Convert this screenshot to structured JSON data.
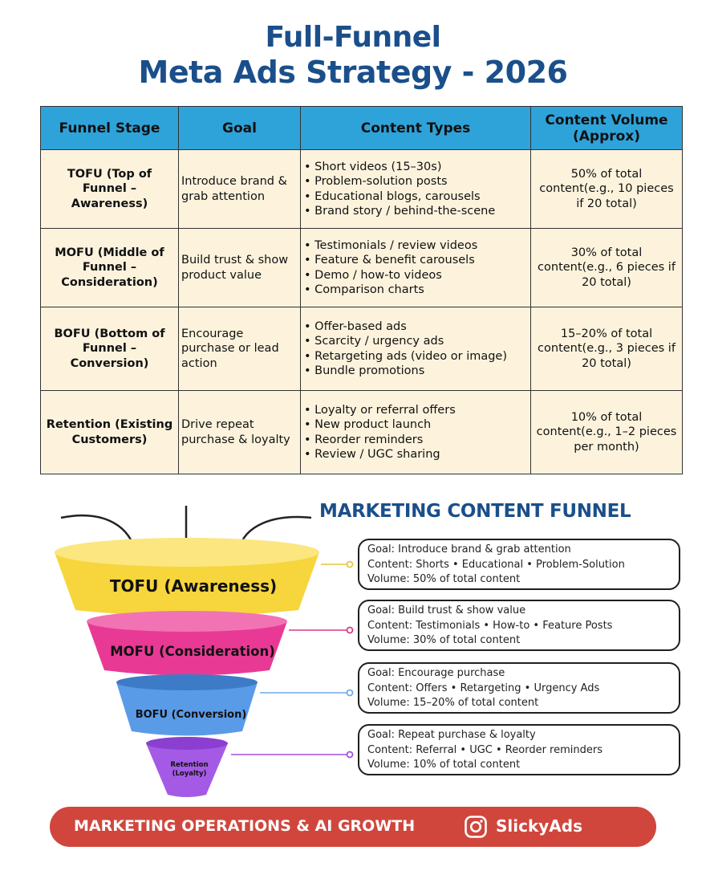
{
  "title": {
    "line1": "Full-Funnel",
    "line2": "Meta Ads Strategy - 2026"
  },
  "table": {
    "headers": [
      "Funnel Stage",
      "Goal",
      "Content Types",
      "Content Volume (Approx)"
    ],
    "rows": [
      {
        "stage": "TOFU (Top of Funnel – Awareness)",
        "goal": "Introduce brand & grab attention",
        "types": [
          "• Short videos (15–30s)",
          "• Problem-solution posts",
          "• Educational blogs, carousels",
          "• Brand story / behind-the-scene"
        ],
        "volume": "50% of total content(e.g., 10 pieces if 20 total)"
      },
      {
        "stage": "MOFU (Middle of Funnel – Consideration)",
        "goal": "Build trust & show product value",
        "types": [
          "• Testimonials / review videos",
          "• Feature & benefit carousels",
          "• Demo / how-to videos",
          "• Comparison charts"
        ],
        "volume": "30% of total content(e.g., 6 pieces if 20 total)"
      },
      {
        "stage": "BOFU (Bottom of Funnel – Conversion)",
        "goal": "Encourage purchase or lead action",
        "types": [
          "• Offer-based ads",
          "• Scarcity / urgency ads",
          "• Retargeting ads (video or image)",
          "• Bundle promotions"
        ],
        "volume": "15–20% of total content(e.g., 3 pieces if 20 total)"
      },
      {
        "stage": "Retention (Existing Customers)",
        "goal": "Drive repeat purchase & loyalty",
        "types": [
          "• Loyalty or referral offers",
          "• New product launch",
          "• Reorder reminders",
          "• Review / UGC sharing"
        ],
        "volume": "10% of total content(e.g., 1–2 pieces per month)"
      }
    ]
  },
  "funnel": {
    "title": "MARKETING CONTENT FUNNEL",
    "stages": [
      {
        "label": "TOFU (Awareness)",
        "color": "#f7d53c",
        "dot_color": "#e9c63a"
      },
      {
        "label": "MOFU (Consideration)",
        "color": "#e83a95",
        "dot_color": "#d83a8a"
      },
      {
        "label": "BOFU (Conversion)",
        "color": "#5a9be8",
        "dot_color": "#6fa8e6"
      },
      {
        "label_line1": "Retention",
        "label_line2": "(Loyalty)",
        "color": "#a55ae6",
        "dot_color": "#a64ddb"
      }
    ],
    "boxes": [
      {
        "goal": "Goal: Introduce brand & grab attention",
        "content": "Content: Shorts • Educational • Problem-Solution",
        "volume": "Volume: 50% of total content"
      },
      {
        "goal": "Goal: Build trust & show value",
        "content": "Content: Testimonials • How-to • Feature Posts",
        "volume": "Volume: 30% of total content"
      },
      {
        "goal": "Goal: Encourage purchase",
        "content": "Content: Offers • Retargeting • Urgency Ads",
        "volume": "Volume: 15–20% of total content"
      },
      {
        "goal": "Goal: Repeat purchase & loyalty",
        "content": "Content: Referral • UGC • Reorder reminders",
        "volume": "Volume: 10% of total content"
      }
    ]
  },
  "banner": {
    "text": "MARKETING OPERATIONS & AI GROWTH",
    "brand": "SlickyAds",
    "icon": "instagram-icon",
    "color": "#d0463d"
  },
  "colors": {
    "title": "#1a4f8b",
    "header_bg": "#2ea3da",
    "row_bg": "#fdf3dd"
  }
}
